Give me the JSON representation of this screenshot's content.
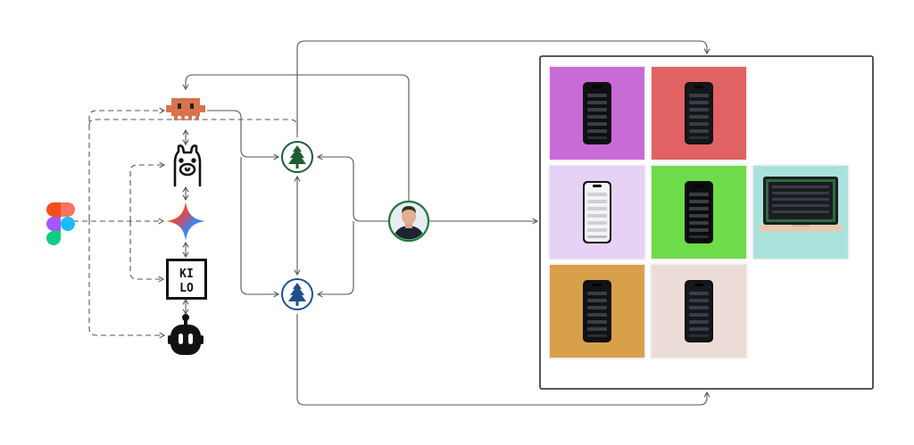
{
  "colors": {
    "background": "#ffffff",
    "line": "#555555",
    "figma_red": "#f24e1e",
    "figma_orange": "#ff7262",
    "figma_purple": "#a259ff",
    "figma_blue": "#1abcfe",
    "figma_green": "#0acf83",
    "mascot": "#d9734e",
    "tree_green": "#1e5c36",
    "tree_blue": "#1f4f8a",
    "avatar_ring": "#1e7a3c",
    "panel_border": "#222222"
  },
  "nodes": {
    "source": {
      "icon": "figma-logo-icon"
    },
    "tools": [
      {
        "name": "orange-mascot",
        "icon": "pixel-mascot-icon"
      },
      {
        "name": "llama",
        "icon": "llama-icon"
      },
      {
        "name": "gemini",
        "icon": "sparkle-icon"
      },
      {
        "name": "kilo",
        "icon": "kilo-code-icon",
        "text_top": "KI",
        "text_bottom": "LO"
      },
      {
        "name": "robot",
        "icon": "robot-icon"
      }
    ],
    "trees": [
      {
        "name": "tree-green",
        "icon": "pine-tree-icon"
      },
      {
        "name": "tree-blue",
        "icon": "pine-tree-icon"
      }
    ],
    "reviewer": {
      "icon": "person-avatar"
    }
  },
  "gallery": {
    "tiles": [
      {
        "name": "tile-purple",
        "bg": "#c96bd6",
        "device": "phone",
        "screen": "#0e0f12"
      },
      {
        "name": "tile-red",
        "bg": "#e06262",
        "device": "phone",
        "screen": "#14161a"
      },
      {
        "name": "tile-lavender",
        "bg": "#e5d2f5",
        "device": "phone",
        "screen": "#f4f4f6"
      },
      {
        "name": "tile-green",
        "bg": "#6edb4a",
        "device": "phone",
        "screen": "#0b0c0e"
      },
      {
        "name": "tile-teal",
        "bg": "#a9e2dc",
        "device": "laptop",
        "screen": "#1a1c22"
      },
      {
        "name": "tile-orange",
        "bg": "#d9a04c",
        "device": "phone",
        "screen": "#101214"
      },
      {
        "name": "tile-blush",
        "bg": "#ecdcd7",
        "device": "phone",
        "screen": "#15171c"
      }
    ]
  }
}
